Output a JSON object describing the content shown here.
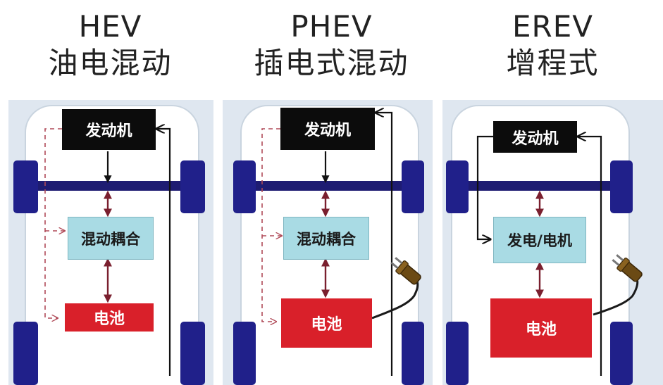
{
  "panels": [
    {
      "code": "HEV",
      "name": "油电混动",
      "engine_label": "发动机",
      "coupler_label": "混动耦合",
      "battery_label": "电池"
    },
    {
      "code": "PHEV",
      "name": "插电式混动",
      "engine_label": "发动机",
      "coupler_label": "混动耦合",
      "battery_label": "电池"
    },
    {
      "code": "EREV",
      "name": "增程式",
      "engine_label": "发动机",
      "coupler_label": "发电/电机",
      "battery_label": "电池"
    }
  ],
  "colors": {
    "panel_bg": "#dfe7f0",
    "axle": "#1e1c72",
    "wheel": "#20208a",
    "engine_box": "#0c0c0c",
    "coupler_box": "#a9dbe4",
    "battery_box": "#d9202a",
    "power_arrow": "#7a1f2e",
    "charge_plug": "#6b4a14"
  }
}
